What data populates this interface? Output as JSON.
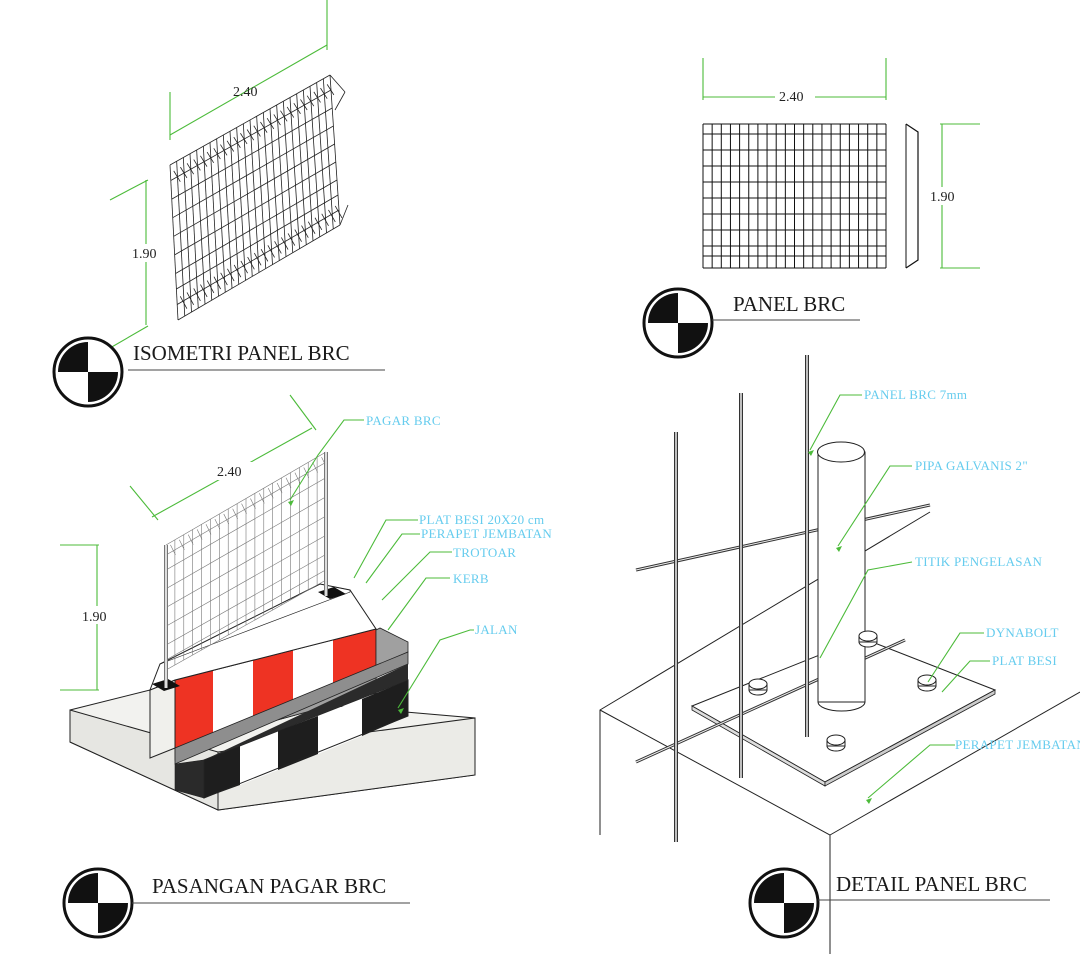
{
  "titles": {
    "isometri": "ISOMETRI PANEL BRC",
    "panel": "PANEL BRC",
    "pasangan": "PASANGAN PAGAR BRC",
    "detail": "DETAIL PANEL BRC"
  },
  "dimensions": {
    "iso_width": "2.40",
    "iso_height": "1.90",
    "panel_width": "2.40",
    "panel_height": "1.90",
    "pas_width": "2.40",
    "pas_height": "1.90"
  },
  "labels_pasangan": {
    "pagar": "PAGAR BRC",
    "plat": "PLAT BESI 20X20 cm",
    "perapet": "PERAPET JEMBATAN",
    "trotoar": "TROTOAR",
    "kerb": "KERB",
    "jalan": "JALAN"
  },
  "labels_detail": {
    "panel7": "PANEL BRC 7mm",
    "pipa": "PIPA GALVANIS 2\"",
    "titik": "TITIK PENGELASAN",
    "dynabolt": "DYNABOLT",
    "plat": "PLAT BESI",
    "perapet": "PERAPET JEMBATAN"
  },
  "colors": {
    "callout": "#66ccee",
    "leader": "#4cbb3a",
    "red": "#ee3323",
    "black": "#1a1a1a",
    "grey": "#9a9a9a"
  }
}
